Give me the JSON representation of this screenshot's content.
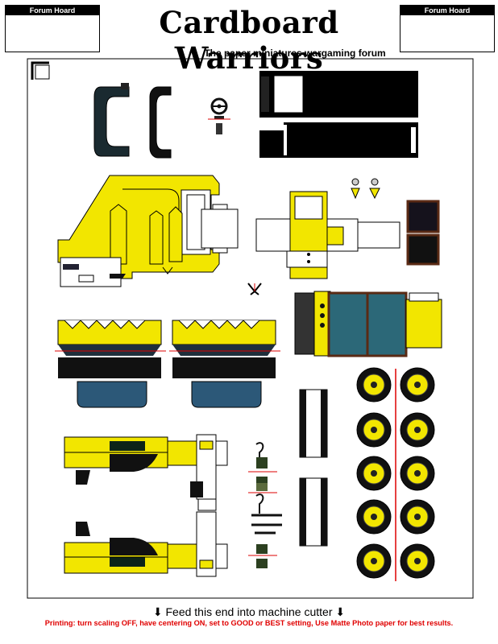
{
  "header": {
    "forum_hoard_left": "Forum Hoard",
    "forum_hoard_right": "Forum Hoard",
    "title": "Cardboard Warriors",
    "subtitle": "The paper miniatures wargaming forum"
  },
  "footer": {
    "feed_text": "Feed this end into machine cutter",
    "printing_note": "Printing: turn scaling OFF, have centering ON, set to GOOD or BEST setting, Use Matte Photo paper for best results."
  },
  "colors": {
    "body_yellow": "#f2e600",
    "glass_teal": "#2c6878",
    "tire_black": "#111111",
    "cut_line_red": "#dd0000",
    "roof_brown": "#5a2a14"
  },
  "icons": [
    "arrow-down-icon"
  ]
}
